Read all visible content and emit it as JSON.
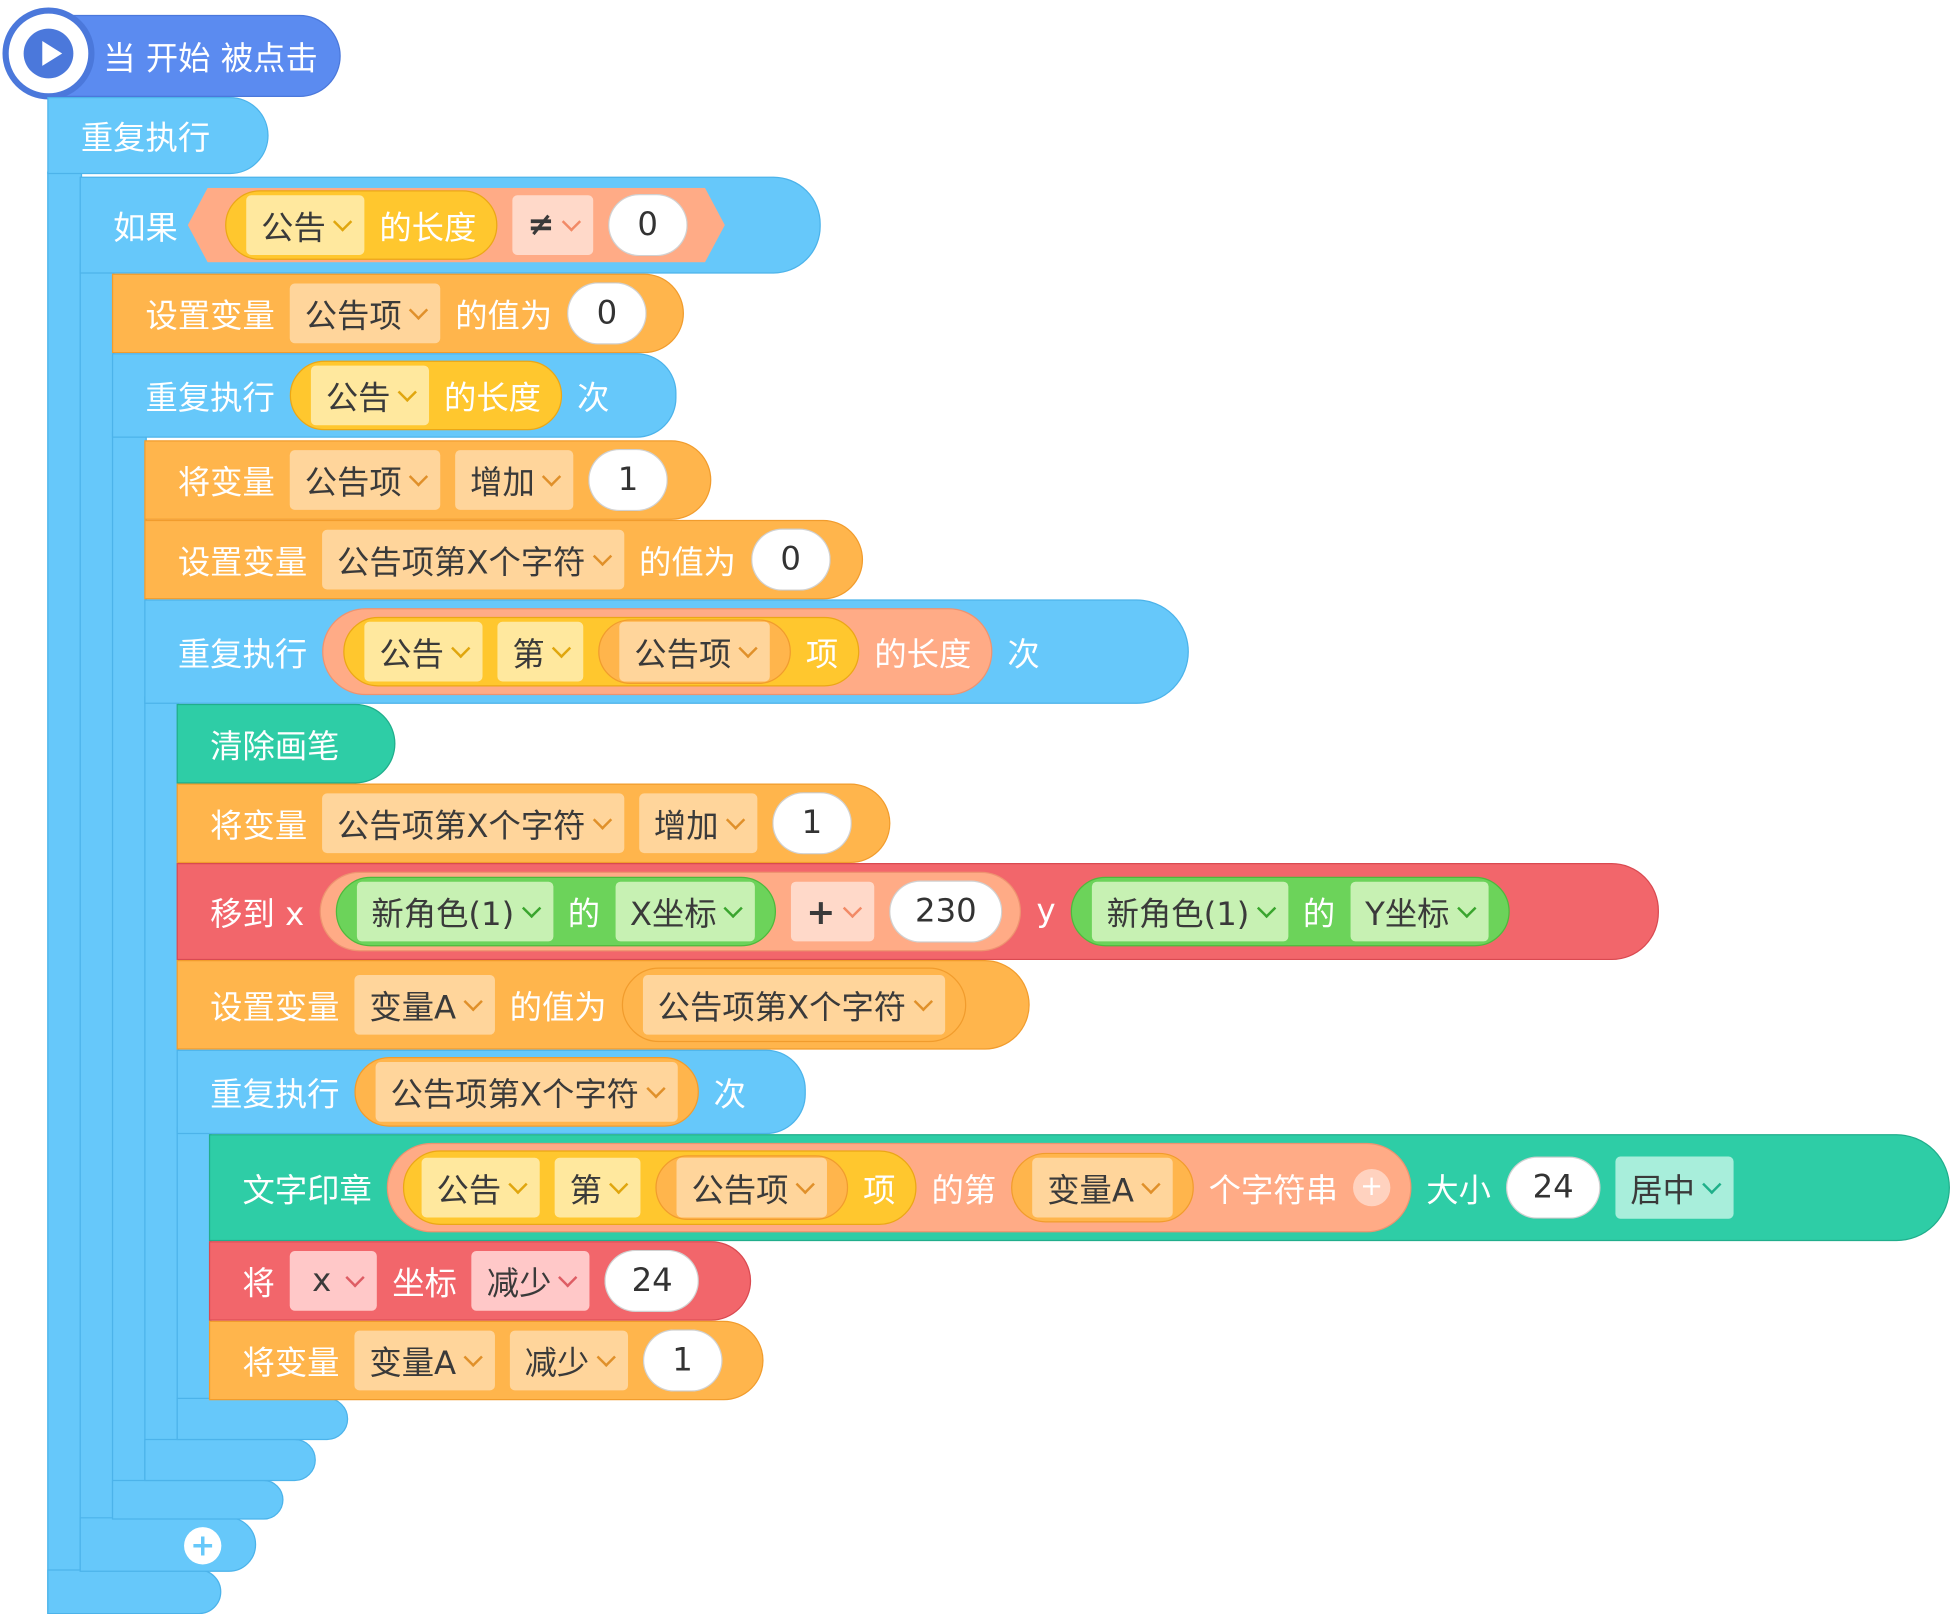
{
  "hat": {
    "label": "当 开始 被点击"
  },
  "forever": {
    "label": "重复执行"
  },
  "if_block": {
    "label": "如果",
    "var": "公告",
    "length": "的长度",
    "op": "≠",
    "value": "0"
  },
  "set_item": {
    "label": "设置变量",
    "var": "公告项",
    "mid": "的值为",
    "value": "0"
  },
  "repeat_outer": {
    "label": "重复执行",
    "var": "公告",
    "length": "的长度",
    "times": "次"
  },
  "change_item": {
    "label": "将变量",
    "var": "公告项",
    "op": "增加",
    "value": "1"
  },
  "set_char": {
    "label": "设置变量",
    "var": "公告项第X个字符",
    "mid": "的值为",
    "value": "0"
  },
  "repeat_inner": {
    "label": "重复执行",
    "list": "公告",
    "nth": "第",
    "idx": "公告项",
    "item": "项",
    "length": "的长度",
    "times": "次"
  },
  "clear_pen": {
    "label": "清除画笔"
  },
  "change_char": {
    "label": "将变量",
    "var": "公告项第X个字符",
    "op": "增加",
    "value": "1"
  },
  "move_to": {
    "label": "移到 x",
    "sprite1": "新角色(1)",
    "of1": "的",
    "prop1": "X坐标",
    "op": "+",
    "value": "230",
    "y_label": "y",
    "sprite2": "新角色(1)",
    "of2": "的",
    "prop2": "Y坐标"
  },
  "set_var_a": {
    "label": "设置变量",
    "var": "变量A",
    "mid": "的值为",
    "value_var": "公告项第X个字符"
  },
  "repeat_char": {
    "label": "重复执行",
    "var": "公告项第X个字符",
    "times": "次"
  },
  "stamp": {
    "label": "文字印章",
    "list": "公告",
    "nth": "第",
    "idx": "公告项",
    "item": "项",
    "char_of": "的第",
    "char_idx": "变量A",
    "char_unit": "个字符串",
    "plus": "+",
    "size_label": "大小",
    "size": "24",
    "align": "居中"
  },
  "change_x": {
    "label": "将",
    "axis": "x",
    "coord": "坐标",
    "op": "减少",
    "value": "24"
  },
  "change_a": {
    "label": "将变量",
    "var": "变量A",
    "op": "减少",
    "value": "1"
  },
  "add_button": {
    "label": "+"
  }
}
